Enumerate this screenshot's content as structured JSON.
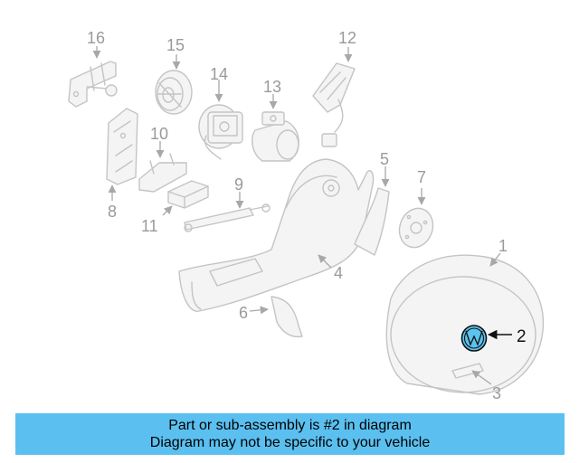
{
  "diagram": {
    "callouts": [
      "1",
      "2",
      "3",
      "4",
      "5",
      "6",
      "7",
      "8",
      "9",
      "10",
      "11",
      "12",
      "13",
      "14",
      "15",
      "16"
    ],
    "highlighted_part": "2",
    "colors": {
      "highlight_fill": "#5bc3ee",
      "highlight_stroke": "#111111",
      "part_outline": "#c4c4c4",
      "callout_text": "#9a9a9a"
    }
  },
  "banner": {
    "line1": "Part or sub-assembly is #2 in diagram",
    "line2": "Diagram may not be specific to your vehicle",
    "background": "#5bc0f0"
  }
}
